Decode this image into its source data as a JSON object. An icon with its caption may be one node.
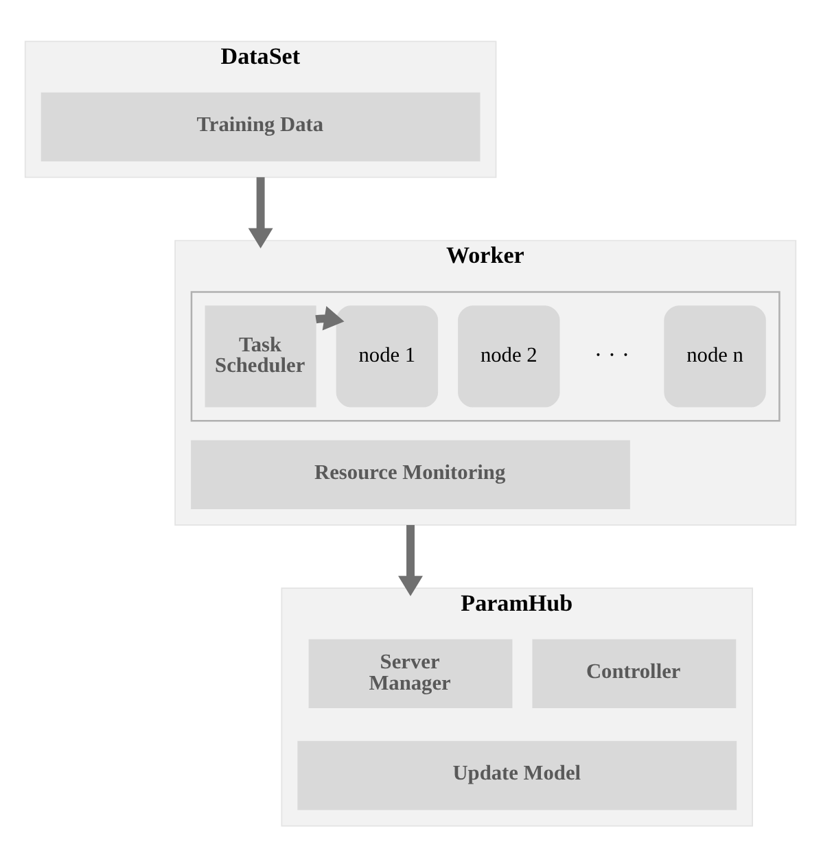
{
  "diagram": {
    "nodes": [
      {
        "text": [
          "DataSet"
        ]
      },
      {
        "text": [
          "Training Data"
        ],
        "in": 0
      },
      {
        "text": [
          "Worker"
        ]
      },
      {
        "text": [],
        "shape": "box",
        "in": 2
      },
      {
        "text": [
          "Task Scheduler"
        ],
        "in": 3
      },
      {
        "text": [
          "node 1"
        ],
        "in": 3
      },
      {
        "text": [
          "node 2"
        ],
        "in": 3
      },
      {
        "text": [
          "node n"
        ],
        "in": 3
      },
      {
        "text": [
          "Resource Monitoring"
        ],
        "in": 2
      },
      {
        "text": [
          "ParamHub"
        ]
      },
      {
        "text": [
          "Server Manager"
        ],
        "in": 9
      },
      {
        "text": [
          "Controller"
        ],
        "in": 9
      },
      {
        "text": [
          "Update Model"
        ],
        "in": 9
      }
    ],
    "edges": [
      {
        "from": 0,
        "to": 2,
        "arrow": "to"
      },
      {
        "from": 4,
        "to": 5,
        "arrow": "to"
      },
      {
        "from": 2,
        "to": 9,
        "arrow": "to"
      }
    ],
    "labels": [
      "· · ·"
    ]
  }
}
